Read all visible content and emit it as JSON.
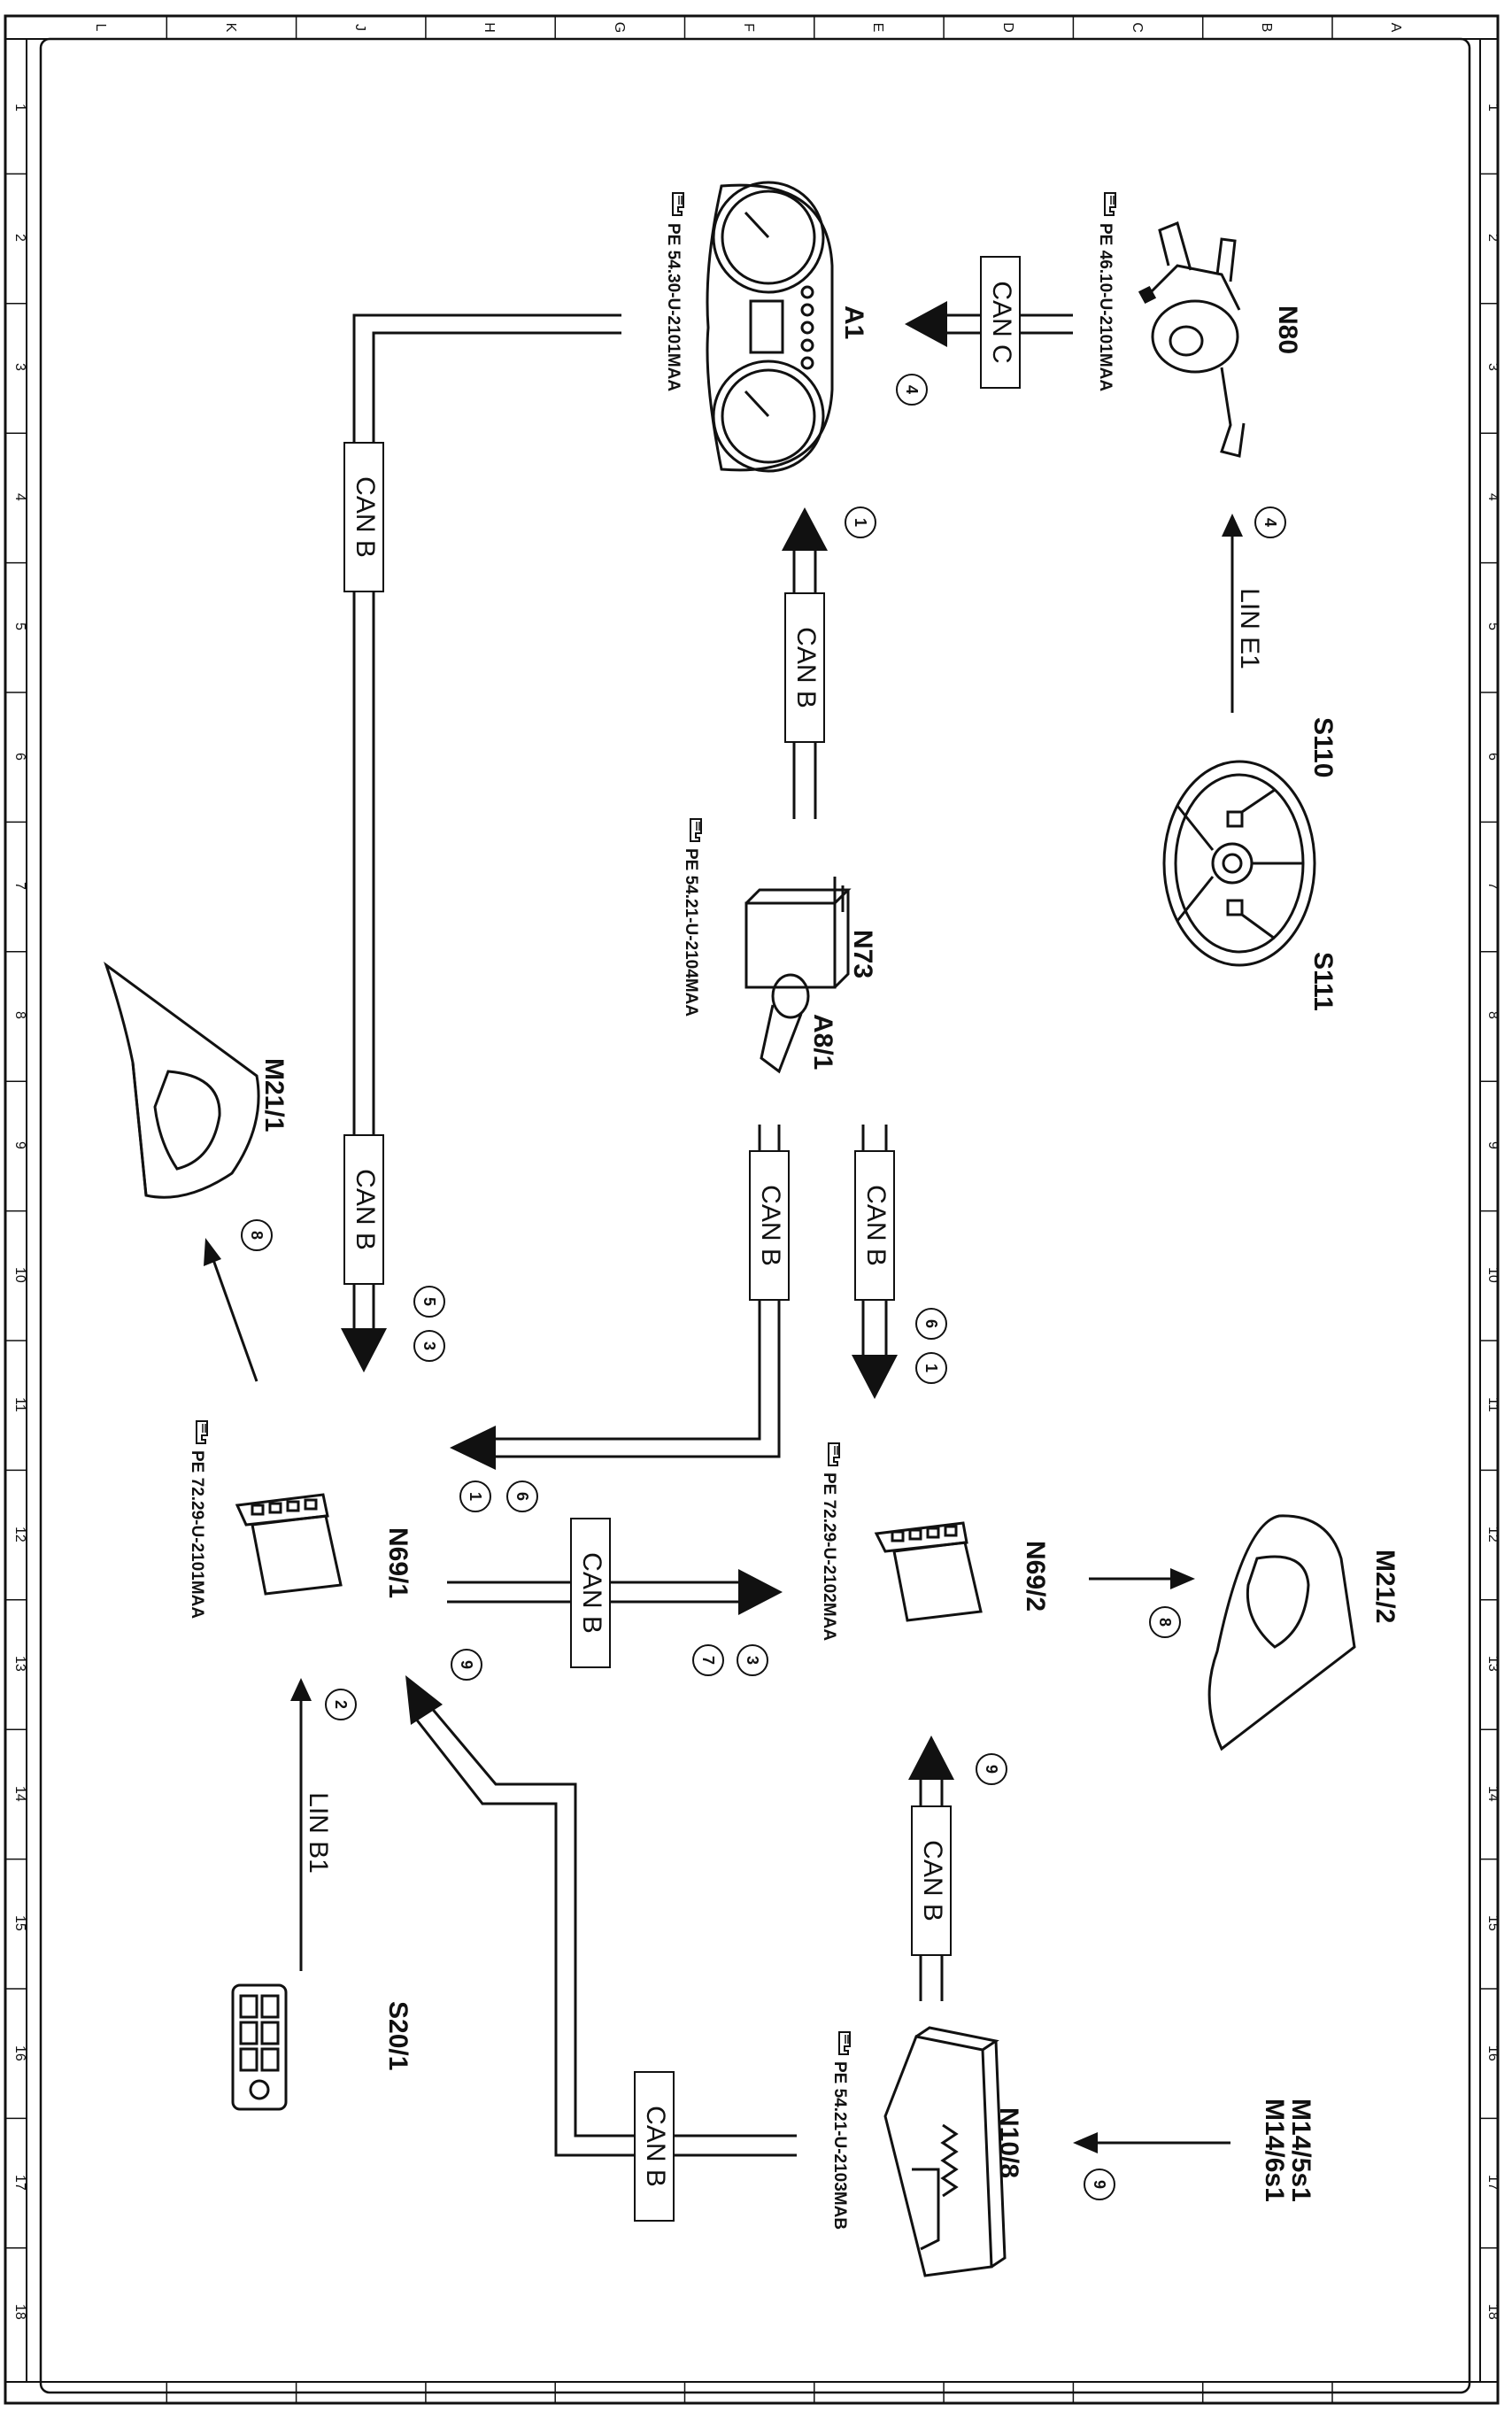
{
  "grid": {
    "columns": [
      "L",
      "K",
      "J",
      "H",
      "G",
      "F",
      "E",
      "D",
      "C",
      "B",
      "A"
    ],
    "rows": [
      "1",
      "2",
      "3",
      "4",
      "5",
      "6",
      "7",
      "8",
      "9",
      "10",
      "11",
      "12",
      "13",
      "14",
      "15",
      "16",
      "17",
      "18"
    ]
  },
  "components": {
    "n80": {
      "label": "N80",
      "ref": "PE 46.10-U-2101MAA"
    },
    "a1": {
      "label": "A1",
      "ref": "PE 54.30-U-2101MAA"
    },
    "s110": {
      "label": "S110"
    },
    "s111": {
      "label": "S111"
    },
    "n73": {
      "label": "N73",
      "ref": "PE 54.21-U-2104MAA"
    },
    "a8_1": {
      "label": "A8/1"
    },
    "m21_1": {
      "label": "M21/1"
    },
    "m21_2": {
      "label": "M21/2"
    },
    "n69_1": {
      "label": "N69/1",
      "ref": "PE 72.29-U-2101MAA"
    },
    "n69_2": {
      "label": "N69/2",
      "ref": "PE 72.29-U-2102MAA"
    },
    "s20_1": {
      "label": "S20/1"
    },
    "n10_8": {
      "label": "N10/8",
      "ref": "PE 54.21-U-2103MAB"
    },
    "m14": {
      "label_1": "M14/5s1",
      "label_2": "M14/6s1"
    }
  },
  "buses": {
    "can_c": "CAN C",
    "can_b": "CAN B",
    "lin_e1": "LIN E1",
    "lin_b1": "LIN B1"
  },
  "steps": {
    "s1": "1",
    "s2": "2",
    "s3": "3",
    "s4": "4",
    "s5": "5",
    "s6": "6",
    "s7": "7",
    "s8": "8",
    "s9": "9"
  },
  "colors": {
    "line": "#111111",
    "paper": "#ffffff"
  }
}
